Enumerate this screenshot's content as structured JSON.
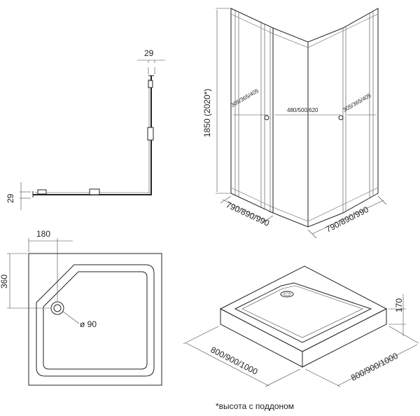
{
  "top_view": {
    "dim_depth": "29",
    "dim_side": "29"
  },
  "enclosure": {
    "height": "1850 (2020*)",
    "door_width_left": "305/365/405",
    "door_width_center": "480/500/620",
    "door_width_right": "305/365/405",
    "base_left": "790/890/990",
    "base_right": "790/890/990"
  },
  "tray_plan": {
    "corner_x": "180",
    "corner_y": "360",
    "drain_diameter": "ø 90"
  },
  "tray_iso": {
    "height": "170",
    "side_left": "800/900/1000",
    "side_right": "800/900/1000"
  },
  "footnote": "*высота с поддоном"
}
